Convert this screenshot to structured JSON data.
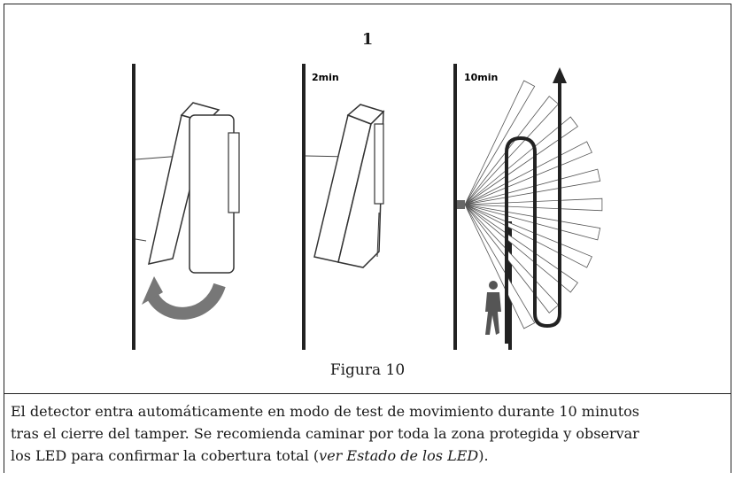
{
  "figure": {
    "number": "1",
    "panels": [
      {
        "label": ""
      },
      {
        "label": "2min"
      },
      {
        "label": "10min"
      }
    ],
    "caption": "Figura 10"
  },
  "text": {
    "line1": "El detector entra automáticamente en modo de test de movimiento durante 10 minutos",
    "line2": "tras el cierre del tamper. Se recomienda caminar por toda la zona protegida y observar",
    "line3_prefix": "los LED para confirmar la cobertura total (",
    "line3_ref": "ver Estado de los LED",
    "line3_suffix": ")."
  },
  "icons": [
    "rotate-arrow-icon",
    "detector-device-icon",
    "walking-person-icon",
    "up-arrow-icon"
  ]
}
